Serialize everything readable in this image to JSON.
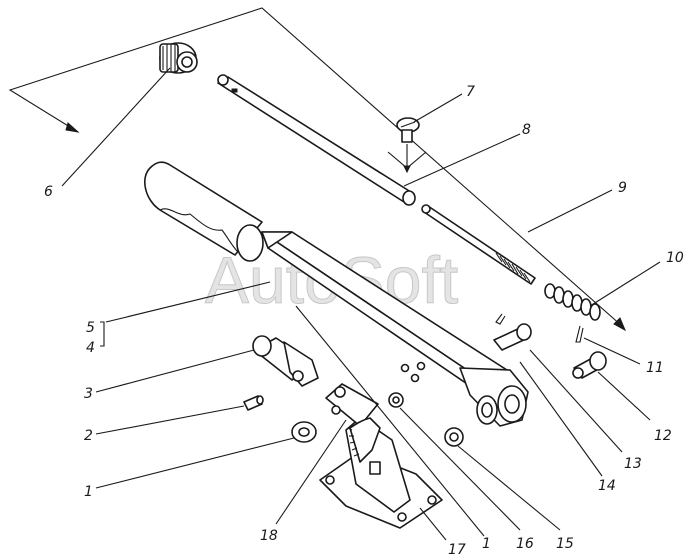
{
  "watermark": "AutoSoft",
  "callouts": [
    {
      "id": "c6",
      "text": "6"
    },
    {
      "id": "c7",
      "text": "7"
    },
    {
      "id": "c8",
      "text": "8"
    },
    {
      "id": "c9",
      "text": "9"
    },
    {
      "id": "c10",
      "text": "10"
    },
    {
      "id": "c5",
      "text": "5"
    },
    {
      "id": "c4",
      "text": "4"
    },
    {
      "id": "c3",
      "text": "3"
    },
    {
      "id": "c2",
      "text": "2"
    },
    {
      "id": "c1a",
      "text": "1"
    },
    {
      "id": "c11",
      "text": "11"
    },
    {
      "id": "c12",
      "text": "12"
    },
    {
      "id": "c13",
      "text": "13"
    },
    {
      "id": "c14",
      "text": "14"
    },
    {
      "id": "c15",
      "text": "15"
    },
    {
      "id": "c16",
      "text": "16"
    },
    {
      "id": "c1b",
      "text": "1"
    },
    {
      "id": "c17",
      "text": "17"
    },
    {
      "id": "c18",
      "text": "18"
    }
  ]
}
